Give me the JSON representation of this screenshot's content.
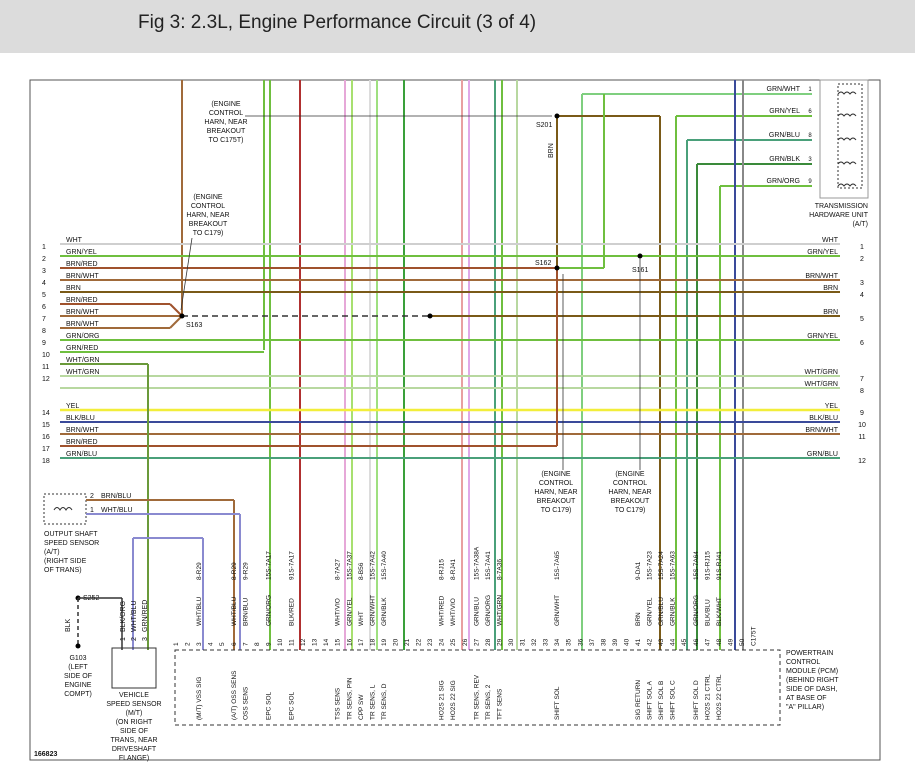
{
  "title": "Fig 3: 2.3L, Engine Performance Circuit (3 of 4)",
  "figure_id": "166823",
  "left_rows": [
    {
      "num": "1",
      "label": "WHT",
      "color": "#cfcfcf"
    },
    {
      "num": "2",
      "label": "GRN/YEL",
      "color": "#6fbf3f"
    },
    {
      "num": "3",
      "label": "BRN/RED",
      "color": "#a0522d"
    },
    {
      "num": "4",
      "label": "BRN/WHT",
      "color": "#a06a3a"
    },
    {
      "num": "5",
      "label": "BRN",
      "color": "#7a5a18"
    },
    {
      "num": "6",
      "label": "BRN/RED",
      "color": "#a0522d"
    },
    {
      "num": "7",
      "label": "BRN/WHT",
      "color": "#a06a3a"
    },
    {
      "num": "8",
      "label": "BRN/WHT",
      "color": "#a06a3a"
    },
    {
      "num": "9",
      "label": "GRN/ORG",
      "color": "#6fbf3f"
    },
    {
      "num": "10",
      "label": "GRN/RED",
      "color": "#6a9a3a"
    },
    {
      "num": "11",
      "label": "WHT/GRN",
      "color": "#b8d8a0"
    },
    {
      "num": "12",
      "label": "WHT/GRN",
      "color": "#b8d8a0"
    },
    {
      "num": "14",
      "label": "YEL",
      "color": "#f2ee3a"
    },
    {
      "num": "15",
      "label": "BLK/BLU",
      "color": "#3a4a9a"
    },
    {
      "num": "16",
      "label": "BRN/WHT",
      "color": "#a06a3a"
    },
    {
      "num": "17",
      "label": "BRN/RED",
      "color": "#a0522d"
    },
    {
      "num": "18",
      "label": "GRN/BLU",
      "color": "#4aa07a"
    }
  ],
  "right_rows": [
    {
      "num": "1",
      "label": "WHT"
    },
    {
      "num": "2",
      "label": "GRN/YEL"
    },
    {
      "num": "3",
      "label": "BRN/WHT"
    },
    {
      "num": "4",
      "label": "BRN"
    },
    {
      "num": "5",
      "label": "BRN"
    },
    {
      "num": "6",
      "label": "GRN/YEL"
    },
    {
      "num": "7",
      "label": "WHT/GRN"
    },
    {
      "num": "8",
      "label": "WHT/GRN"
    },
    {
      "num": "9",
      "label": "YEL"
    },
    {
      "num": "10",
      "label": "BLK/BLU"
    },
    {
      "num": "11",
      "label": "BRN/WHT"
    },
    {
      "num": "12",
      "label": "GRN/BLU"
    }
  ],
  "trans_pins": [
    {
      "label": "GRN/WHT",
      "num": "1"
    },
    {
      "label": "GRN/YEL",
      "num": "6"
    },
    {
      "label": "GRN/BLU",
      "num": "8"
    },
    {
      "label": "GRN/BLK",
      "num": "3"
    },
    {
      "label": "GRN/ORG",
      "num": "9"
    }
  ],
  "trans_unit": [
    "TRANSMISSION",
    "HARDWARE UNIT",
    "(A/T)"
  ],
  "splices": {
    "s201": "S201",
    "s162": "S162",
    "s161": "S161",
    "s163": "S163",
    "s252": "S252"
  },
  "notes": {
    "n1": [
      "(ENGINE",
      "CONTROL",
      "HARN, NEAR",
      "BREAKOUT",
      "TO C175T)"
    ],
    "n2": [
      "(ENGINE",
      "CONTROL",
      "HARN, NEAR",
      "BREAKOUT",
      "TO C179)"
    ],
    "n3": [
      "(ENGINE",
      "CONTROL",
      "HARN, NEAR",
      "BREAKOUT",
      "TO C179)"
    ],
    "n4": [
      "(ENGINE",
      "CONTROL",
      "HARN, NEAR",
      "BREAKOUT",
      "TO C179)"
    ]
  },
  "brn_vertical": "BRN",
  "oss": {
    "pin2": "2",
    "wire2": "BRN/BLU",
    "pin1": "1",
    "wire1": "WHT/BLU",
    "label": [
      "OUTPUT SHAFT",
      "SPEED SENSOR",
      "(A/T)",
      "(RIGHT SIDE",
      "OF TRANS)"
    ]
  },
  "ground": {
    "wire": "BLK",
    "label": [
      "G103",
      "(LEFT",
      "SIDE OF",
      "ENGINE",
      "COMPT)"
    ]
  },
  "vss": {
    "pins": [
      {
        "num": "1",
        "wire": "BLK/ORG"
      },
      {
        "num": "2",
        "wire": "WHT/BLU"
      },
      {
        "num": "3",
        "wire": "GRN/RED"
      }
    ],
    "label": [
      "VEHICLE",
      "SPEED SENSOR",
      "(M/T)",
      "(ON RIGHT",
      "SIDE OF",
      "TRANS, NEAR",
      "DRIVESHAFT",
      "FLANGE)"
    ]
  },
  "pcm_label": [
    "POWERTRAIN",
    "CONTROL",
    "MODULE (PCM)",
    "(BEHIND RIGHT",
    "SIDE OF DASH,",
    "AT BASE OF",
    "\"A\" PILLAR)"
  ],
  "pcm_pins": [
    {
      "pin": "1",
      "circuit": "",
      "wire": "",
      "func": ""
    },
    {
      "pin": "2",
      "circuit": "",
      "wire": "",
      "func": ""
    },
    {
      "pin": "3",
      "circuit": "8-R29",
      "wire": "WHT/BLU",
      "func": "(M/T)  VSS SIG"
    },
    {
      "pin": "4",
      "circuit": "",
      "wire": "",
      "func": ""
    },
    {
      "pin": "5",
      "circuit": "",
      "wire": "",
      "func": ""
    },
    {
      "pin": "6",
      "circuit": "8-R29",
      "wire": "WHT/BLU",
      "func": "(A/T)  OSS SENS"
    },
    {
      "pin": "7",
      "circuit": "9-R29",
      "wire": "BRN/BLU",
      "func": "OSS SENS"
    },
    {
      "pin": "8",
      "circuit": "",
      "wire": "",
      "func": ""
    },
    {
      "pin": "9",
      "circuit": "15S-7A17",
      "wire": "GRN/ORG",
      "func": "EPC SOL"
    },
    {
      "pin": "10",
      "circuit": "",
      "wire": "",
      "func": ""
    },
    {
      "pin": "11",
      "circuit": "91S-7A17",
      "wire": "BLK/RED",
      "func": "EPC SOL"
    },
    {
      "pin": "12",
      "circuit": "",
      "wire": "",
      "func": ""
    },
    {
      "pin": "13",
      "circuit": "",
      "wire": "",
      "func": ""
    },
    {
      "pin": "14",
      "circuit": "",
      "wire": "",
      "func": ""
    },
    {
      "pin": "15",
      "circuit": "8-7A27",
      "wire": "WHT/VIO",
      "func": "TSS SENS"
    },
    {
      "pin": "16",
      "circuit": "15S-7A37",
      "wire": "GRN/YEL",
      "func": "TR SENS, PIN"
    },
    {
      "pin": "17",
      "circuit": "8-B56",
      "wire": "WHT",
      "func": "CPP SW"
    },
    {
      "pin": "18",
      "circuit": "15S-7A42",
      "wire": "GRN/WHT",
      "func": "TR SENS, L"
    },
    {
      "pin": "19",
      "circuit": "15S-7A40",
      "wire": "GRN/BLK",
      "func": "TR SENS, D"
    },
    {
      "pin": "20",
      "circuit": "",
      "wire": "",
      "func": ""
    },
    {
      "pin": "21",
      "circuit": "",
      "wire": "",
      "func": ""
    },
    {
      "pin": "22",
      "circuit": "",
      "wire": "",
      "func": ""
    },
    {
      "pin": "23",
      "circuit": "",
      "wire": "",
      "func": ""
    },
    {
      "pin": "24",
      "circuit": "8-RJ15",
      "wire": "WHT/RED",
      "func": "HO2S 21 SIG"
    },
    {
      "pin": "25",
      "circuit": "8-RJ41",
      "wire": "WHT/VIO",
      "func": "HO2S 22 SIG"
    },
    {
      "pin": "26",
      "circuit": "",
      "wire": "",
      "func": ""
    },
    {
      "pin": "27",
      "circuit": "15S-7A38A",
      "wire": "GRN/BLU",
      "func": "TR SENS, REV"
    },
    {
      "pin": "28",
      "circuit": "15S-7A41",
      "wire": "GRN/ORG",
      "func": "TR SENS, 2"
    },
    {
      "pin": "29",
      "circuit": "8-7A36",
      "wire": "WHT/GRN",
      "func": "TFT SENS"
    },
    {
      "pin": "30",
      "circuit": "",
      "wire": "",
      "func": ""
    },
    {
      "pin": "31",
      "circuit": "",
      "wire": "",
      "func": ""
    },
    {
      "pin": "32",
      "circuit": "",
      "wire": "",
      "func": ""
    },
    {
      "pin": "33",
      "circuit": "",
      "wire": "",
      "func": ""
    },
    {
      "pin": "34",
      "circuit": "15S-7A65",
      "wire": "GRN/WHT",
      "func": "SHIFT SOL"
    },
    {
      "pin": "35",
      "circuit": "",
      "wire": "",
      "func": ""
    },
    {
      "pin": "36",
      "circuit": "",
      "wire": "",
      "func": ""
    },
    {
      "pin": "37",
      "circuit": "",
      "wire": "",
      "func": ""
    },
    {
      "pin": "38",
      "circuit": "",
      "wire": "",
      "func": ""
    },
    {
      "pin": "39",
      "circuit": "",
      "wire": "",
      "func": ""
    },
    {
      "pin": "40",
      "circuit": "",
      "wire": "",
      "func": ""
    },
    {
      "pin": "41",
      "circuit": "9-DA1",
      "wire": "BRN",
      "func": "SIG RETURN"
    },
    {
      "pin": "42",
      "circuit": "15S-7A23",
      "wire": "GRN/YEL",
      "func": "SHIFT SOL A"
    },
    {
      "pin": "43",
      "circuit": "15S-7A24",
      "wire": "GRN/BLU",
      "func": "SHIFT SOL B"
    },
    {
      "pin": "44",
      "circuit": "15S-7A63",
      "wire": "GRN/BLK",
      "func": "SHIFT SOL C"
    },
    {
      "pin": "45",
      "circuit": "",
      "wire": "",
      "func": ""
    },
    {
      "pin": "46",
      "circuit": "15S-7A64",
      "wire": "GRN/ORG",
      "func": "SHIFT SOL D"
    },
    {
      "pin": "47",
      "circuit": "91S-RJ15",
      "wire": "BLK/BLU",
      "func": "HO2S 21 CTRL"
    },
    {
      "pin": "48",
      "circuit": "91S-RJ41",
      "wire": "BLK/WHT",
      "func": "HO2S 22 CTRL"
    },
    {
      "pin": "49",
      "circuit": "",
      "wire": "",
      "func": ""
    },
    {
      "pin": "50",
      "circuit": "",
      "wire": "",
      "func": ""
    },
    {
      "pin": "C175T",
      "circuit": "",
      "wire": "",
      "func": ""
    }
  ]
}
